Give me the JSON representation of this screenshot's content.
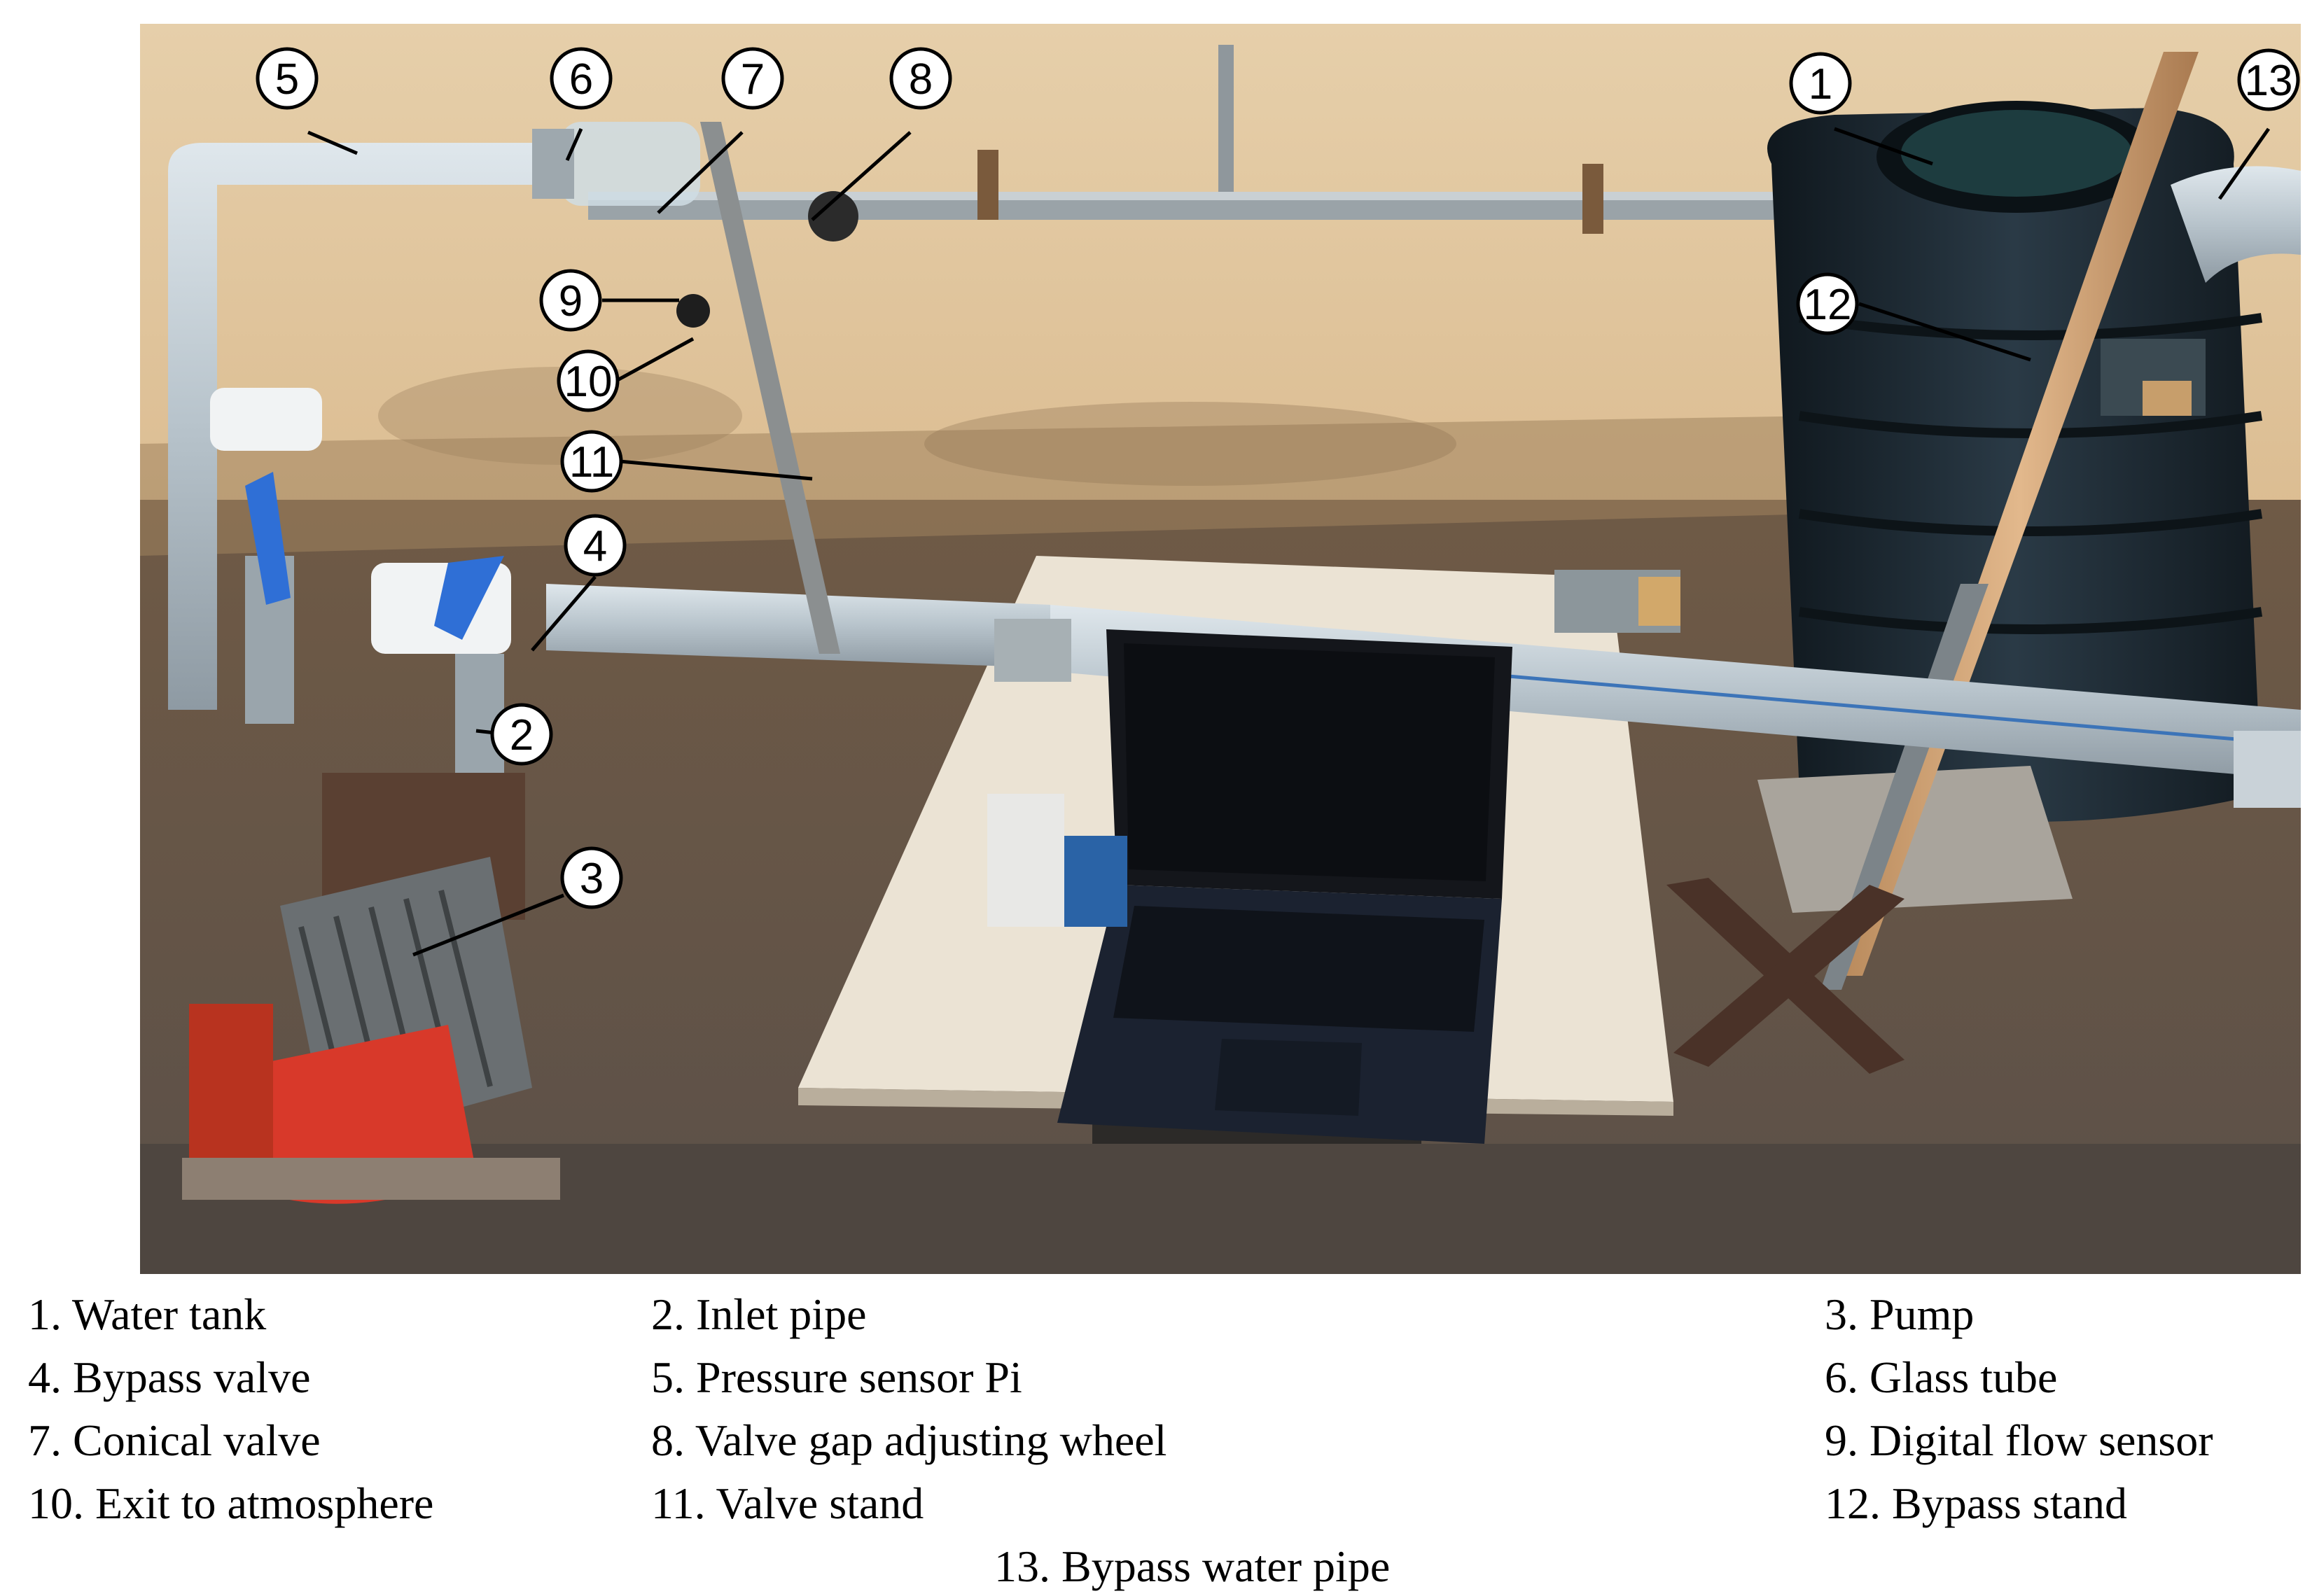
{
  "callouts": [
    "1",
    "2",
    "3",
    "4",
    "5",
    "6",
    "7",
    "8",
    "9",
    "10",
    "11",
    "12",
    "13"
  ],
  "legend": [
    "1. Water tank",
    "2. Inlet pipe",
    "3. Pump",
    "4. Bypass valve",
    "5. Pressure sensor Pi",
    "6. Glass tube",
    "7. Conical valve",
    "8. Valve gap adjusting wheel",
    "9. Digital flow sensor",
    "10. Exit to atmosphere",
    "11. Valve stand",
    "12. Bypass stand",
    "13. Bypass water pipe"
  ],
  "colors": {
    "wall": "#d9b98c",
    "floor": "#7a6a58",
    "pipe": "#b9c4cc",
    "tank": "#1e2a33",
    "pump": "#d8392a",
    "laptop": "#1a1c22",
    "board": "#ece4d6"
  }
}
